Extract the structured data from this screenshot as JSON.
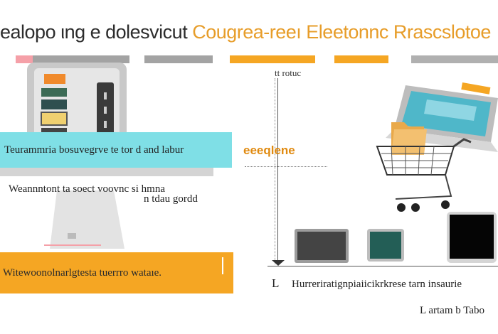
{
  "header": {
    "title_part_dark": "ealopo ιng e dolesvicut ",
    "title_part_orange": "Cougrea-reeı  Eleetonnc Rrascslotoe",
    "colors": {
      "orange": "#f5a623",
      "teal": "#7fdfe6",
      "dark": "#2c2c2c",
      "gray": "#9e9e9e"
    }
  },
  "left_panel": {
    "teal_band_text": "Teurammria bosuvegrve te tor d and labur",
    "subtext_line1": "Weannntont ta soect voovnc si  hmna",
    "subtext_line2": "n tdau gordd",
    "orange_band_text": "Witewoonolnarlgtesta tuerrro wataıe."
  },
  "chart_area": {
    "axis_label": "tt rotuc",
    "center_label": "eeeqlene",
    "bottom_text": "Hurreriratignpiaiicikrkrese tarn insaurie",
    "bottom_left_char": "L"
  },
  "footer": {
    "right_text": "L artam  b  Tabo"
  },
  "icons": [
    "kiosk-icon",
    "shopping-cart-icon",
    "laptop-icon",
    "folder-icon",
    "monitor-icon",
    "tablet-icon"
  ]
}
